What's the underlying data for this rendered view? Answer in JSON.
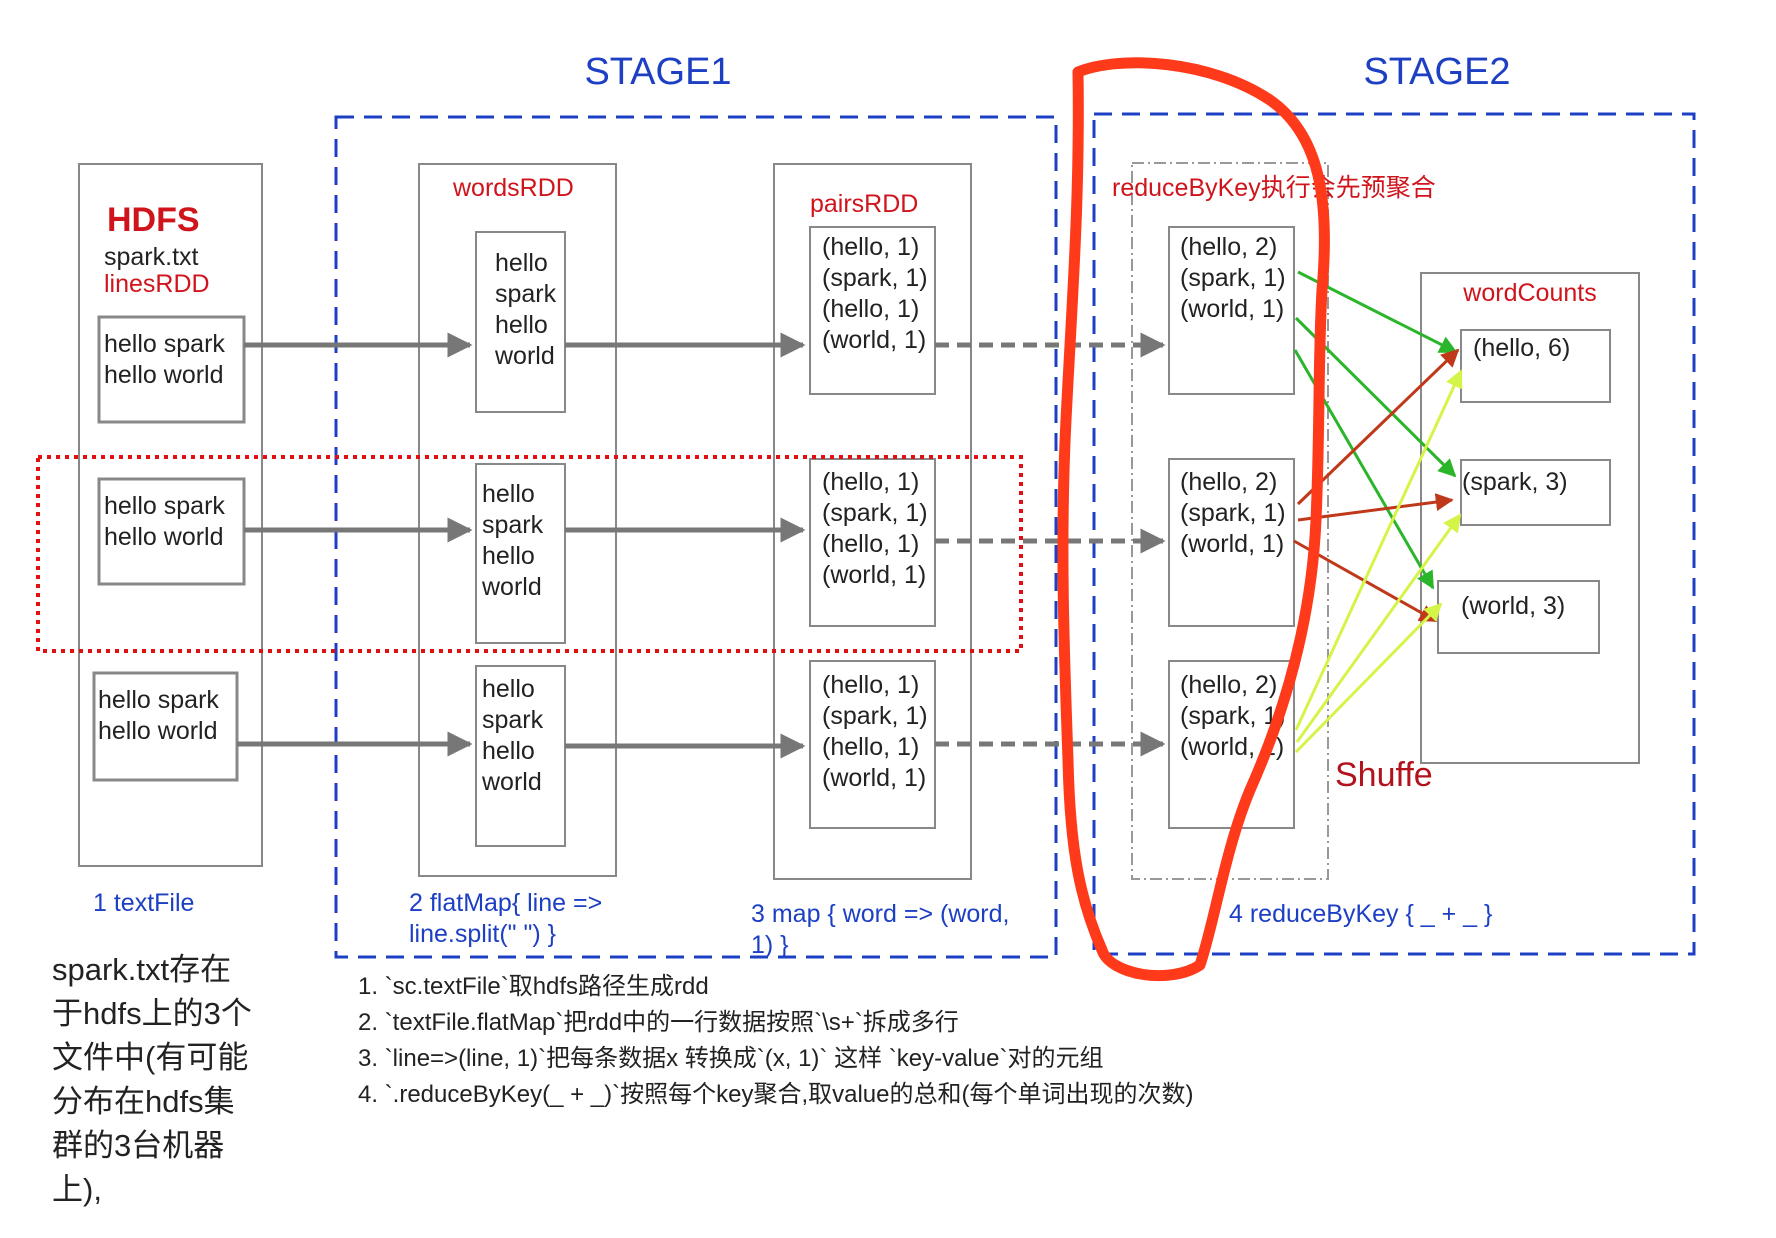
{
  "stages": {
    "stage1": "STAGE1",
    "stage2": "STAGE2"
  },
  "hdfs": {
    "title": "HDFS",
    "file": "spark.txt",
    "rdd": "linesRDD",
    "blocks": [
      [
        "hello spark",
        "hello world"
      ],
      [
        "hello spark",
        "hello world"
      ],
      [
        "hello spark",
        "hello world"
      ]
    ]
  },
  "words_rdd": {
    "title": "wordsRDD",
    "partitions": [
      [
        "hello",
        "spark",
        "hello",
        "world"
      ],
      [
        "hello",
        "spark",
        "hello",
        "world"
      ],
      [
        "hello",
        "spark",
        "hello",
        "world"
      ]
    ]
  },
  "pairs_rdd": {
    "title": "pairsRDD",
    "partitions": [
      [
        "(hello, 1)",
        "(spark, 1)",
        "(hello, 1)",
        "(world, 1)"
      ],
      [
        "(hello, 1)",
        "(spark, 1)",
        "(hello, 1)",
        "(world, 1)"
      ],
      [
        "(hello, 1)",
        "(spark, 1)",
        "(hello, 1)",
        "(world, 1)"
      ]
    ]
  },
  "reduce": {
    "title": "reduceByKey执行会先预聚合",
    "partitions": [
      [
        "(hello, 2)",
        "(spark, 1)",
        "(world, 1)"
      ],
      [
        "(hello, 2)",
        "(spark, 1)",
        "(world, 1)"
      ],
      [
        "(hello, 2)",
        "(spark, 1)",
        "(world, 1)"
      ]
    ]
  },
  "word_counts": {
    "title": "wordCounts",
    "results": [
      "(hello, 6)",
      "(spark, 3)",
      "(world, 3)"
    ]
  },
  "shuffle_label": "Shuffe",
  "step_labels": {
    "step1": "1 textFile",
    "step2": [
      "2 flatMap{ line =>",
      "line.split(\" \") }"
    ],
    "step3": [
      "3 map { word => (word,",
      "1) }"
    ],
    "step4": "4 reduceByKey { _ + _ }"
  },
  "side_note": [
    "spark.txt存在",
    "于hdfs上的3个",
    "文件中(有可能",
    "分布在hdfs集",
    "群的3台机器",
    "上),"
  ],
  "notes": [
    "1. `sc.textFile`取hdfs路径生成rdd",
    "2. `textFile.flatMap`把rdd中的一行数据按照`\\s+`拆成多行",
    "3. `line=>(line, 1)`把每条数据x 转换成`(x, 1)` 这样 `key-value`对的元组",
    "4. `.reduceByKey(_ + _)`按照每个key聚合,取value的总和(每个单词出现的次数)"
  ],
  "colors": {
    "stage_border": "#1c3fc4",
    "highlight_dotted": "#e01010",
    "handdrawn_circle": "#ff3a1a",
    "arrow_gray": "#777777",
    "arrow_green": "#2bb52b",
    "arrow_red": "#c0381a",
    "arrow_yellow": "#d4f548"
  }
}
